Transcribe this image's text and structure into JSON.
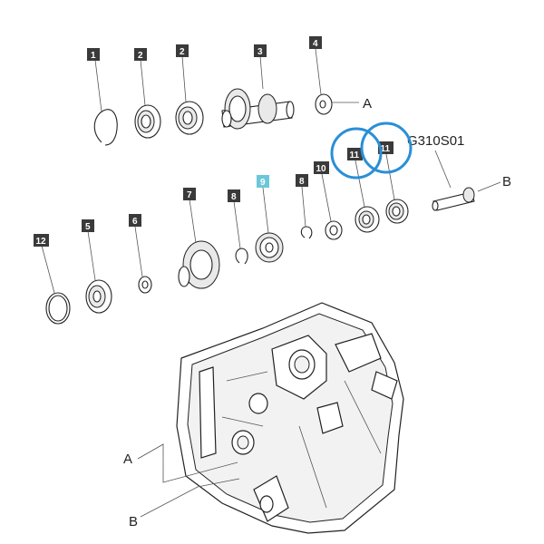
{
  "reference_code": "G310S01",
  "labels": {
    "a": "A",
    "b": "B"
  },
  "callouts": [
    "1",
    "2",
    "2",
    "3",
    "4",
    "11",
    "11",
    "10",
    "8",
    "9",
    "8",
    "7",
    "6",
    "5",
    "12"
  ],
  "highlighted_callout": "9",
  "colors": {
    "tag": "#3a3a3a",
    "tag_highlight": "#6cc7d9",
    "circle_highlight": "#2a8fd6"
  }
}
